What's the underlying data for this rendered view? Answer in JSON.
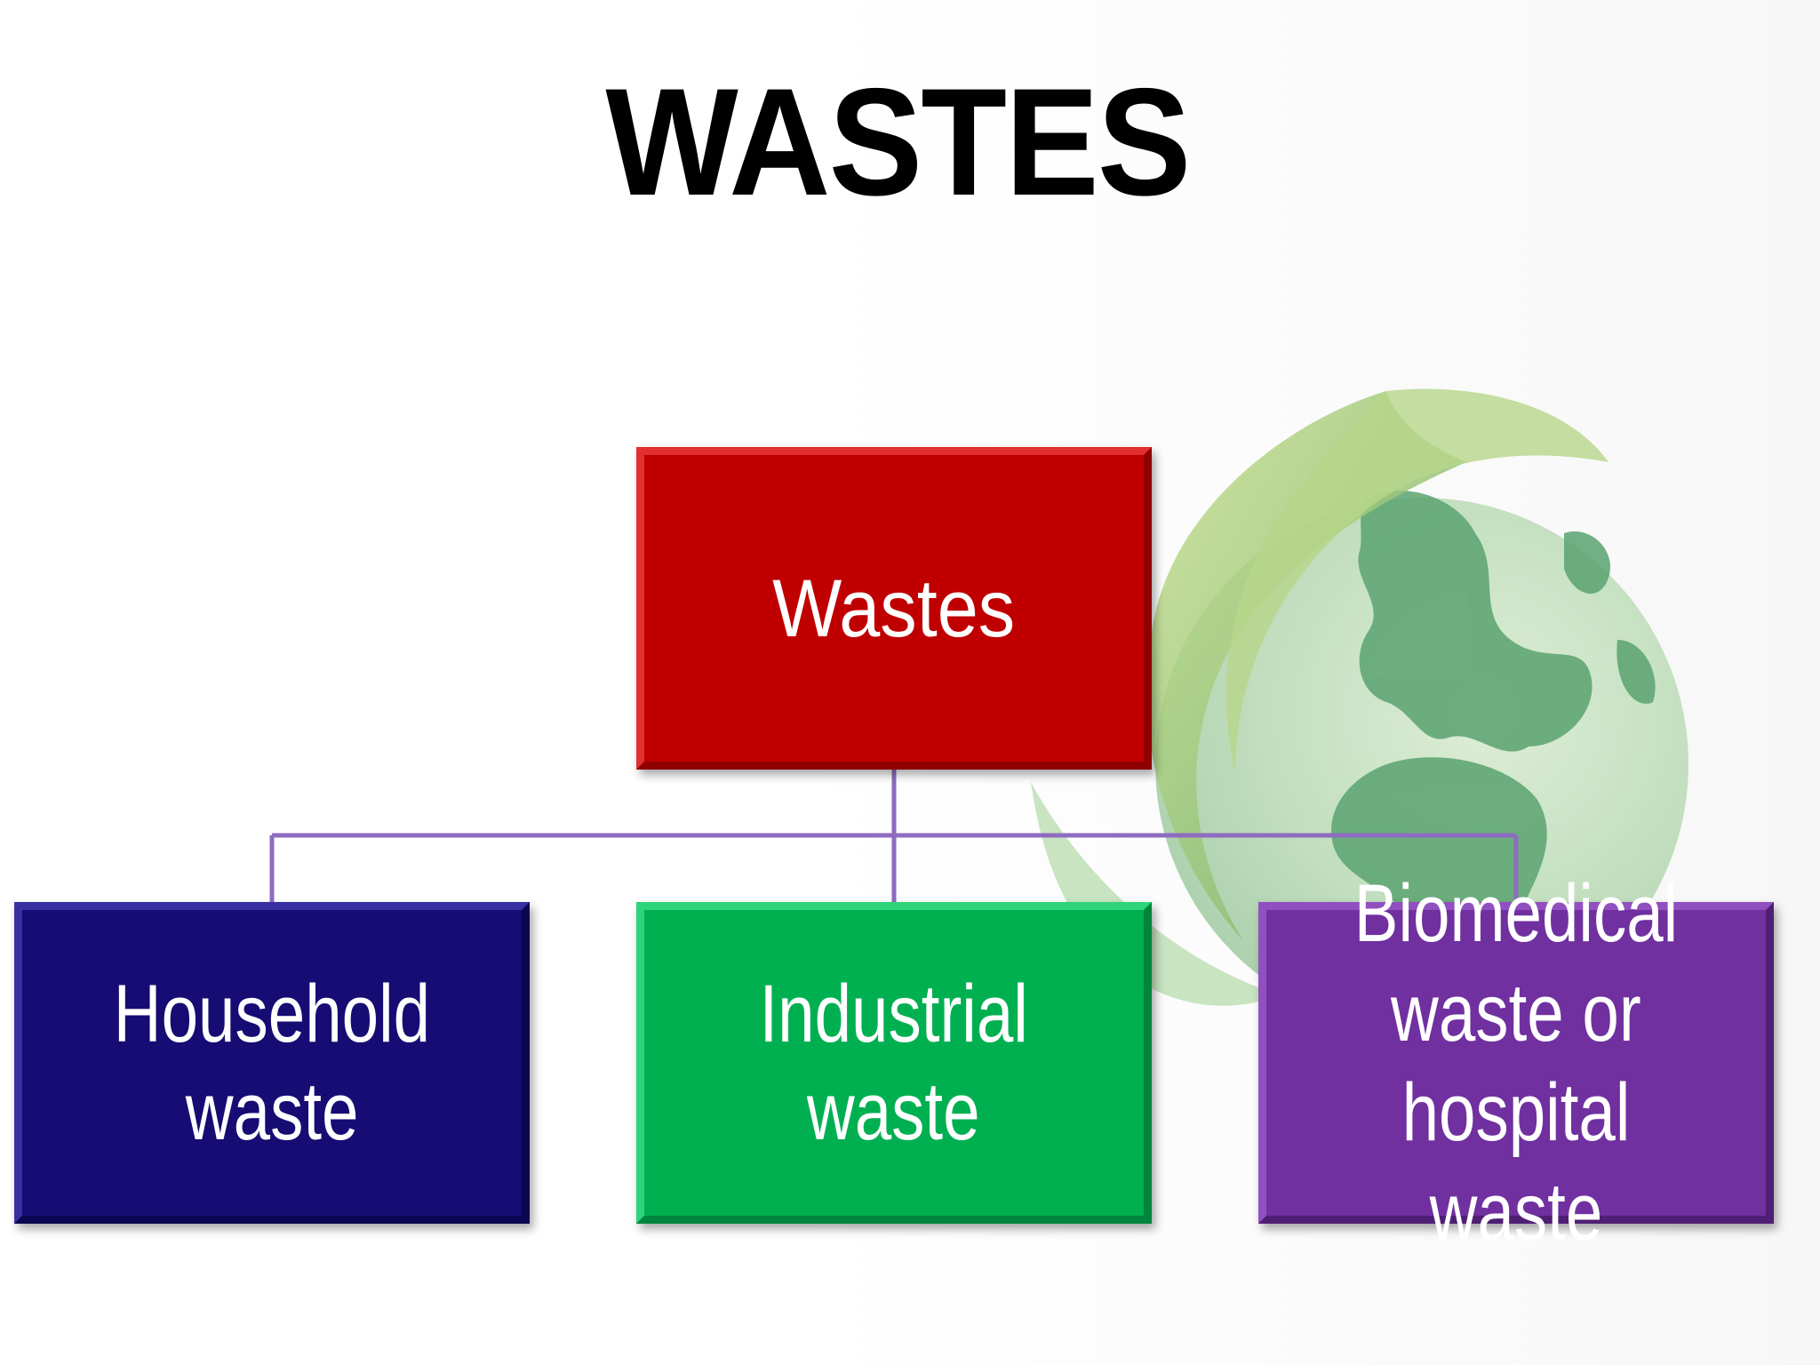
{
  "title": "WASTES",
  "colors": {
    "root": "#c00000",
    "household": "#170c73",
    "industrial": "#00b050",
    "biomedical": "#7030a0",
    "connector": "#8e6cc0",
    "leaf": "#a9cf6b",
    "globe": "#5aa370"
  },
  "diagram": {
    "root": {
      "label": "Wastes"
    },
    "children": [
      {
        "label_lines": [
          "Household",
          "waste"
        ]
      },
      {
        "label_lines": [
          "Industrial",
          "waste"
        ]
      },
      {
        "label_lines": [
          "Biomedical",
          "waste or",
          "hospital waste"
        ]
      }
    ]
  },
  "background_icon": "leaf-globe-icon"
}
